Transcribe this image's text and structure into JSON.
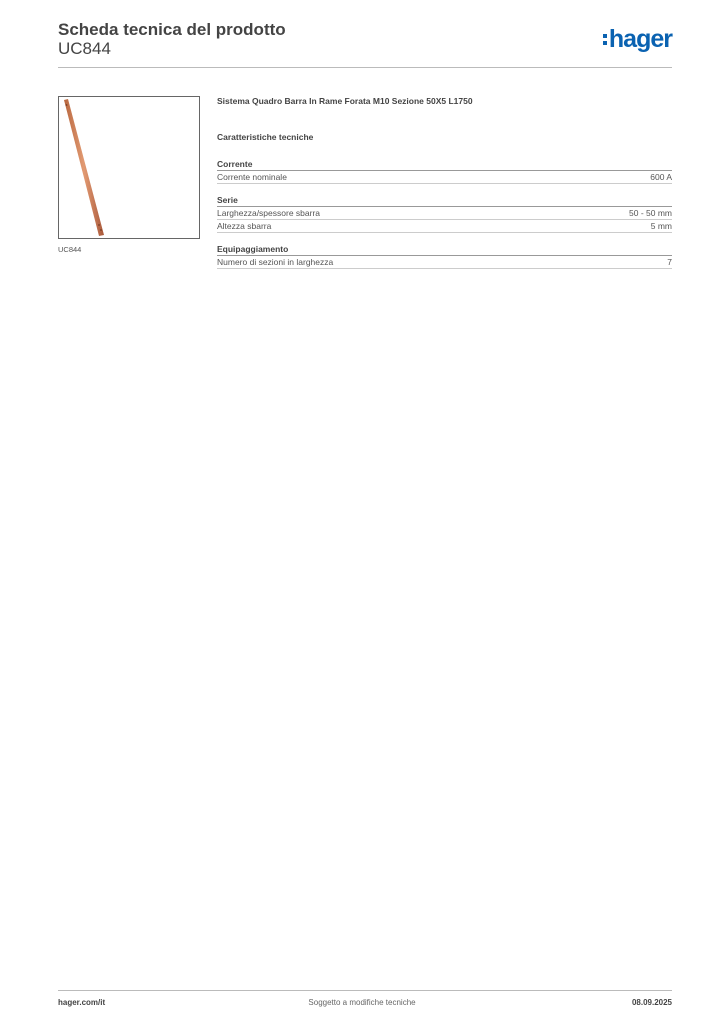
{
  "header": {
    "title": "Scheda tecnica del prodotto",
    "product_code": "UC844"
  },
  "logo": {
    "text": "hager",
    "icon": "hager-logo",
    "color": "#0a62b1"
  },
  "image": {
    "caption": "UC844",
    "depicts": "copper-busbar-image"
  },
  "product": {
    "name": "Sistema Quadro Barra In Rame Forata M10 Sezione 50X5 L1750"
  },
  "specs": {
    "heading": "Caratteristiche tecniche",
    "sections": [
      {
        "title": "Corrente",
        "rows": [
          {
            "label": "Corrente nominale",
            "value": "600 A"
          }
        ]
      },
      {
        "title": "Serie",
        "rows": [
          {
            "label": "Larghezza/spessore sbarra",
            "value": "50 - 50 mm"
          },
          {
            "label": "Altezza sbarra",
            "value": "5 mm"
          }
        ]
      },
      {
        "title": "Equipaggiamento",
        "rows": [
          {
            "label": "Numero di sezioni in larghezza",
            "value": "7"
          }
        ]
      }
    ]
  },
  "footer": {
    "website": "hager.com/it",
    "notice": "Soggetto a modifiche tecniche",
    "date": "08.09.2025"
  }
}
